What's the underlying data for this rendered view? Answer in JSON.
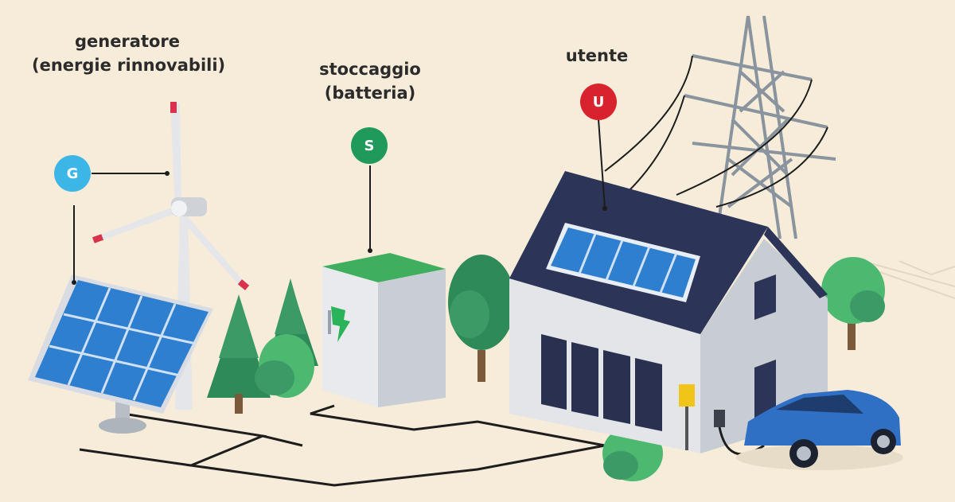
{
  "labels": {
    "generator": {
      "line1": "generatore",
      "line2": "(energie rinnovabili)"
    },
    "storage": {
      "line1": "stoccaggio",
      "line2": "(batteria)"
    },
    "user": {
      "line1": "utente"
    }
  },
  "badges": {
    "generator": {
      "letter": "G",
      "color": "#3cb6e6"
    },
    "storage": {
      "letter": "S",
      "color": "#1f9a5b"
    },
    "user": {
      "letter": "U",
      "color": "#d8232f"
    }
  },
  "colors": {
    "background": "#f7ecd9",
    "solar_panel": "#2f7fd0",
    "roof": "#2c3458",
    "house_wall": "#d9dce2",
    "battery_top": "#3fae5e",
    "bolt": "#2bb35a",
    "tree_dark": "#2f8a5a",
    "tree_light": "#4cb870",
    "car": "#2f6fc4",
    "wire": "#1d1d1d"
  }
}
